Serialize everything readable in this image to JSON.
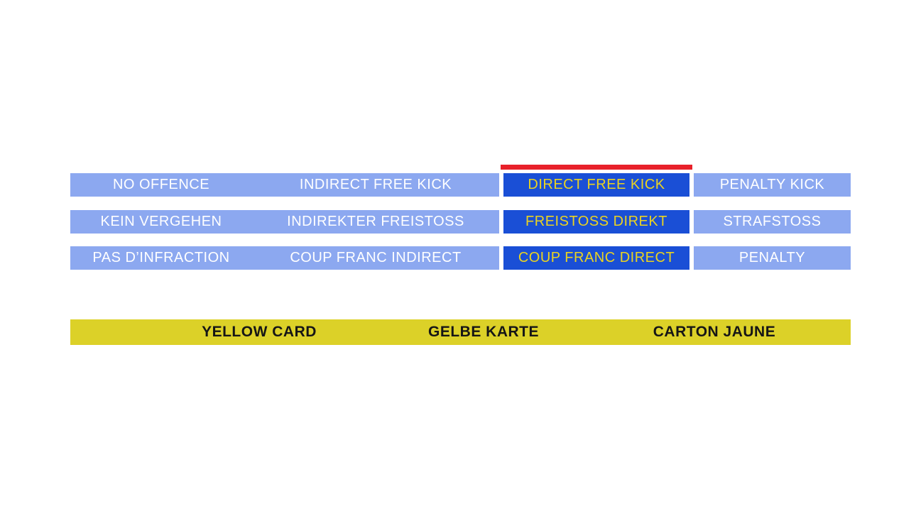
{
  "palette": {
    "option_blue": "#8ca8f0",
    "selected_blue": "#1a4fd6",
    "selected_text_yellow": "#ebd320",
    "marker_red": "#e8212a",
    "card_yellow": "#dcd128",
    "card_text_black": "#161616",
    "option_text_white": "#ffffff"
  },
  "quiz": {
    "rows": [
      {
        "cells": [
          {
            "label": "NO OFFENCE",
            "selected": false
          },
          {
            "label": "INDIRECT FREE KICK",
            "selected": false
          },
          {
            "label": "DIRECT FREE KICK",
            "selected": true
          },
          {
            "label": "PENALTY KICK",
            "selected": false
          }
        ]
      },
      {
        "cells": [
          {
            "label": "KEIN VERGEHEN",
            "selected": false
          },
          {
            "label": "INDIREKTER FREISTOSS",
            "selected": false
          },
          {
            "label": "FREISTOSS DIREKT",
            "selected": true
          },
          {
            "label": "STRAFSTOSS",
            "selected": false
          }
        ]
      },
      {
        "cells": [
          {
            "label": "PAS D’INFRACTION",
            "selected": false
          },
          {
            "label": "COUP FRANC INDIRECT",
            "selected": false
          },
          {
            "label": "COUP FRANC DIRECT",
            "selected": true
          },
          {
            "label": "PENALTY",
            "selected": false
          }
        ]
      }
    ]
  },
  "card_bar": {
    "labels": [
      "YELLOW CARD",
      "GELBE KARTE",
      "CARTON JAUNE"
    ]
  }
}
